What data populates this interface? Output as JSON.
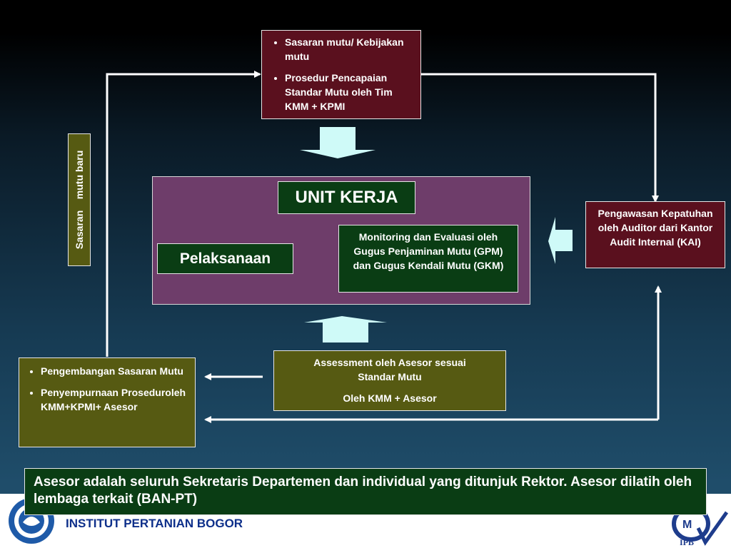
{
  "top_box": {
    "items": [
      "Sasaran mutu/ Kebijakan mutu",
      "Prosedur Pencapaian Standar Mutu oleh Tim KMM + KPMI"
    ]
  },
  "unit_kerja": {
    "title": "UNIT KERJA",
    "pelaksanaan": "Pelaksanaan",
    "monitoring": "Monitoring dan Evaluasi oleh Gugus Penjaminan Mutu (GPM) dan Gugus Kendali Mutu (GKM)"
  },
  "pengawasan": "Pengawasan Kepatuhan oleh Auditor dari Kantor Audit Internal (KAI)",
  "assessment": {
    "line1": "Assessment oleh Asesor sesuai Standar Mutu",
    "line2": "Oleh KMM + Asesor"
  },
  "left_box": {
    "items": [
      "Pengembangan Sasaran Mutu",
      "Penyempurnaan Proseduroleh KMM+KPMI+ Asesor"
    ]
  },
  "sasaran_label": "Sasaran    mutu baru",
  "note": "Asesor adalah seluruh Sekretaris Departemen dan individual yang ditunjuk Rektor. Asesor dilatih oleh lembaga terkait (BAN-PT)",
  "footer": {
    "institution": "INSTITUT PERTANIAN BOGOR",
    "logo_right_text": "IPB"
  },
  "colors": {
    "maroon": "#5a101e",
    "olive": "#565a12",
    "green": "#0a3d14",
    "purple": "#6e3d6a",
    "arrow_fill": "#cffaf8",
    "footer_text": "#0d2f8a"
  }
}
